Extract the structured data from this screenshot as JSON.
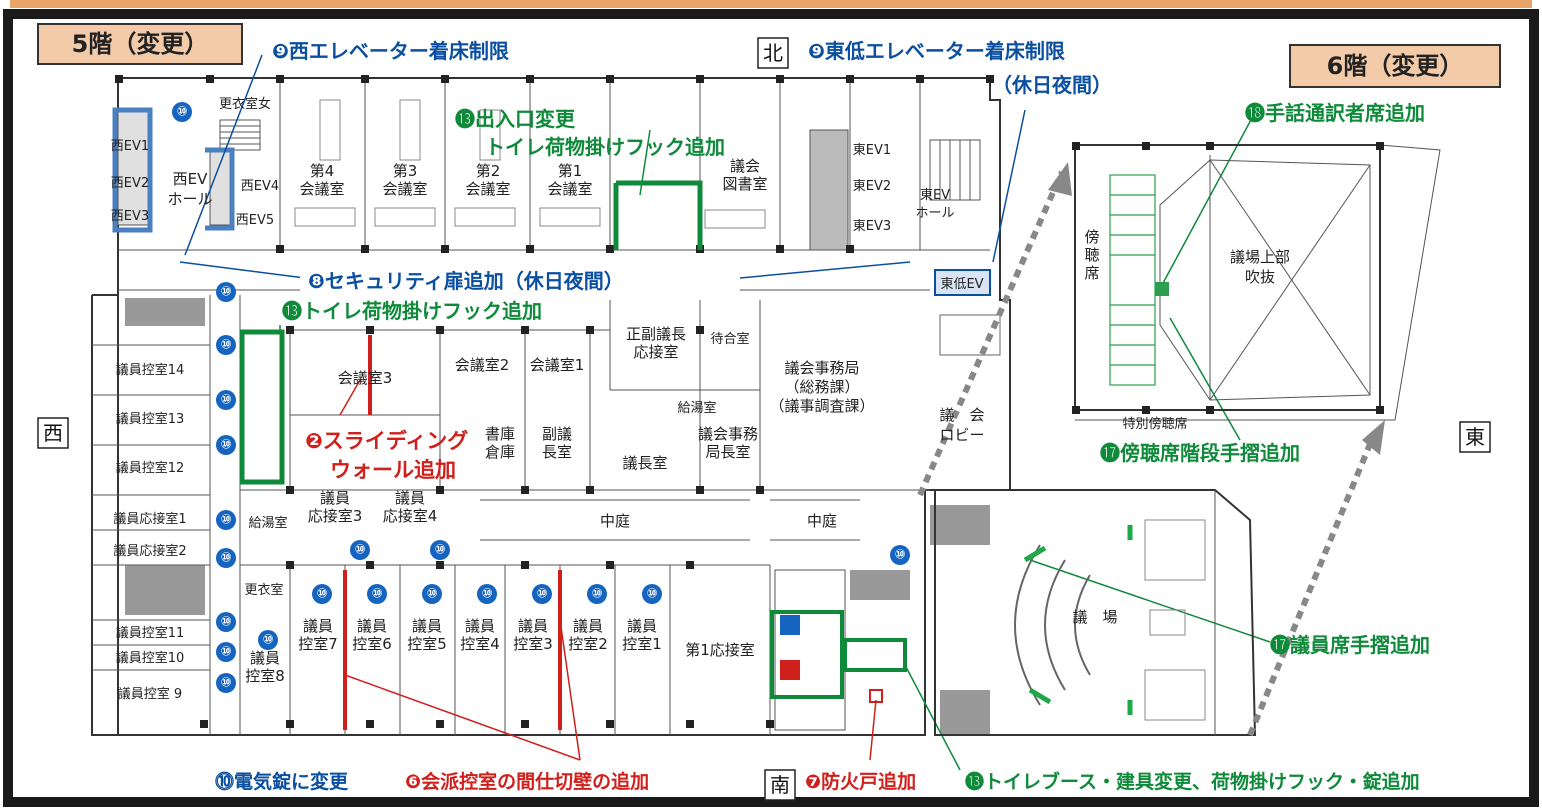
{
  "floor5": {
    "label": "5階（変更）"
  },
  "floor6": {
    "label": "6階（変更）"
  },
  "directions": {
    "north": "北",
    "south": "南",
    "east": "東",
    "west": "西"
  },
  "badge_text": "⑩",
  "rooms": {
    "kaigi4": "第4\n会議室",
    "kaigi3": "第3\n会議室",
    "kaigi2": "第2\n会議室",
    "kaigi1": "第1\n会議室",
    "tosho": "議会\n図書室",
    "west_ev_hall": "西EV\nホール",
    "east_ev_hall": "東EV\nホール",
    "higashi_tei_ev": "東低EV",
    "kaigishitsu2": "会議室2",
    "kaigishitsu1": "会議室1",
    "kaigishitsu3": "会議室3",
    "seifuku": "正副議長\n応接室",
    "machiai": "待合室",
    "kyuto": "給湯室",
    "jimukyoku": "議会事務局\n（総務課）\n（議事調査課）",
    "shoko": "書庫\n倉庫",
    "fukugicho": "副議\n長室",
    "gicho": "議長室",
    "jimukyokucho": "議会事務\n局長室",
    "lobby": "議　会\nロビー",
    "nakaniwa1": "中庭",
    "nakaniwa2": "中庭",
    "hikae14": "議員控室14",
    "hikae13": "議員控室13",
    "hikae12": "議員控室12",
    "ousetsu1": "議員応接室1",
    "ousetsu2": "議員応接室2",
    "hikae11": "議員控室11",
    "hikae10": "議員控室10",
    "hikae9": "議員控室 9",
    "kyuto2": "給湯室",
    "gi_ousetsu3": "議員\n応接室3",
    "gi_ousetsu4": "議員\n応接室4",
    "kouishitsu": "更衣室",
    "kouishitsu_onna": "更衣室女",
    "hikae8": "議員\n控室8",
    "hikae7": "議員\n控室7",
    "hikae6": "議員\n控室6",
    "hikae5": "議員\n控室5",
    "hikae4": "議員\n控室4",
    "hikae3": "議員\n控室3",
    "hikae2": "議員\n控室2",
    "hikae1": "議員\n控室1",
    "dai1ousetsu": "第1応接室",
    "bouchouseki": "傍\n聴\n席",
    "gijo_fukinuke": "議場上部\n吹抜",
    "tokubetsu": "特別傍聴席",
    "gijo": "議　場",
    "west_ev1": "西EV1",
    "west_ev2": "西EV2",
    "west_ev3": "西EV3",
    "west_ev4": "西EV4",
    "west_ev5": "西EV5",
    "east_ev1": "東EV1",
    "east_ev2": "東EV2",
    "east_ev3": "東EV3"
  },
  "annotations": {
    "a9_west": "❾西エレベーター着床制限",
    "a9_east": "❾東低エレベーター着床制限",
    "a9_east_sub": "（休日夜間）",
    "a13_entrance": "⓭出入口変更",
    "a13_entrance_sub": "トイレ荷物掛けフック追加",
    "a8": "❽セキュリティ扉追加（休日夜間）",
    "a13_toilet": "⓭トイレ荷物掛けフック追加",
    "a2": "❷スライディング",
    "a2_sub": "ウォール追加",
    "a10": "⓾電気錠に変更",
    "a6": "❻会派控室の間仕切壁の追加",
    "a7": "❼防火戸追加",
    "a13_booth": "⓭トイレブース・建具変更、荷物掛けフック・錠追加",
    "a18": "⓲手話通訳者席追加",
    "a17_stairs": "⓱傍聴席階段手摺追加",
    "a17_seats": "⓱議員席手摺追加"
  },
  "colors": {
    "blue": "#0a4fa0",
    "green": "#0f8a3a",
    "red": "#d0201c",
    "floor_label_bg": "#f4cba8"
  }
}
